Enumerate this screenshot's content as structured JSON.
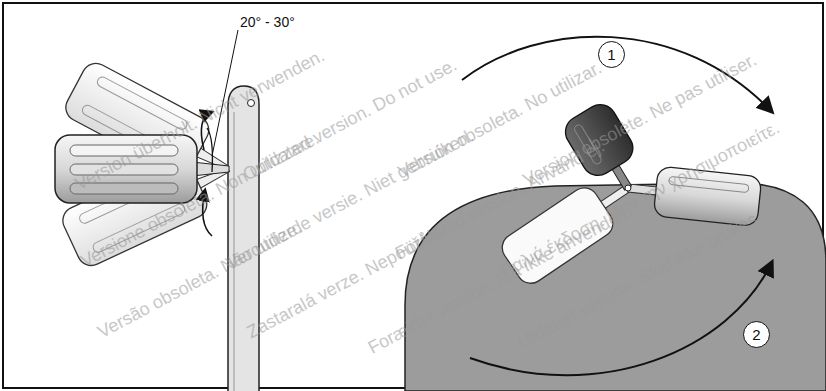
{
  "diagram": {
    "nodes": [
      {
        "text": [
          "1"
        ]
      },
      {
        "text": [
          "2"
        ]
      }
    ],
    "edges": [],
    "labels": [
      "20° - 30°",
      "Version überholt. Nicht verwenden.",
      "Outdated version. Do not use.",
      "Versión obsoleta. No utilizar.",
      "Version obsolète. Ne pas utiliser.",
      "Versione obsoleta. Non utilizzare.",
      "Verouderde versie. Niet gebruiken.",
      "Föråldrad version. Använd ej.",
      "Παλιά έκδοση. Μην την χρησιμοποιείτε.",
      "Versão obsoleta. Não utilize.",
      "Zastaralá verze. Nepoužívat.",
      "Forældet version. Må ikke anvendes.",
      "Utdatert versjon. Skal ikke brukes."
    ]
  }
}
